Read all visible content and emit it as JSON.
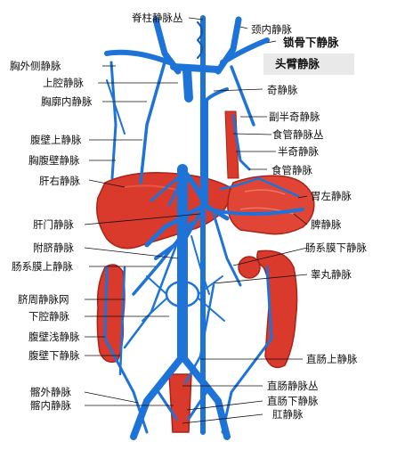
{
  "labels": {
    "jizhu": "脊柱静脉丛",
    "jingnei": "颈内静脉",
    "suogu": "锁骨下静脉",
    "toubi": "头臂静脉",
    "xiongwaice": "胸外侧静脉",
    "shangqiang": "上腔静脉",
    "xiongkuonei": "胸廓内静脉",
    "qi": "奇静脉",
    "banqi_fu": "副半奇静脉",
    "shiguan_cong": "食管静脉丛",
    "fubi_shang": "腹壁上静脉",
    "banqi": "半奇静脉",
    "xiongfubi": "胸腹壁静脉",
    "shiguan": "食管静脉",
    "ganyou": "肝右静脉",
    "weizuo": "胃左静脉",
    "ganmen": "肝门静脉",
    "pi": "脾静脉",
    "fuqi": "附脐静脉",
    "xichangmo_xia": "肠系膜下静脉",
    "xichangmo_shang": "肠系膜上静脉",
    "gaowan": "睾丸静脉",
    "qizhou": "脐周静脉网",
    "xiaqiang": "下腔静脉",
    "fubi_qian": "腹壁浅静脉",
    "fubi_xia": "腹壁下静脉",
    "zhichang_shang": "直肠上静脉",
    "qiawai": "髂外静脉",
    "zhichang_cong": "直肠静脉丛",
    "qianei": "髂内静脉",
    "zhichang_xia": "直肠下静脉",
    "gang": "肛静脉"
  },
  "colors": {
    "vein": "#1e73d8",
    "vein_dark": "#1258b0",
    "organ": "#d93a2b",
    "organ_dark": "#a8241a",
    "highlight": "#e9e9e9"
  }
}
